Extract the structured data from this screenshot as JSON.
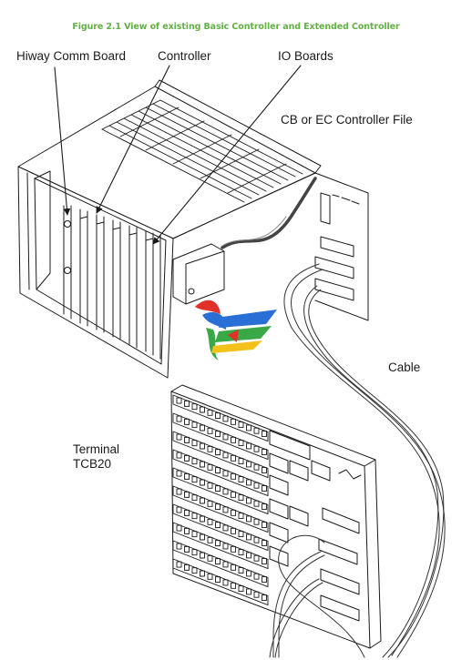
{
  "figure": {
    "caption": "Figure 2.1 View of existing Basic Controller and Extended Controller"
  },
  "labels": {
    "hiway_comm_board": "Hiway Comm Board",
    "controller": "Controller",
    "io_boards": "IO Boards",
    "controller_file": "CB or EC Controller File",
    "cable": "Cable",
    "terminal_line1": "Terminal",
    "terminal_line2": "TCB20"
  },
  "colors": {
    "caption": "#63b044",
    "line": "#1a1a1a",
    "logo_blue": "#2a6fd6",
    "logo_red": "#e0312b",
    "logo_green": "#3aa845",
    "logo_yellow": "#f2c21b"
  }
}
